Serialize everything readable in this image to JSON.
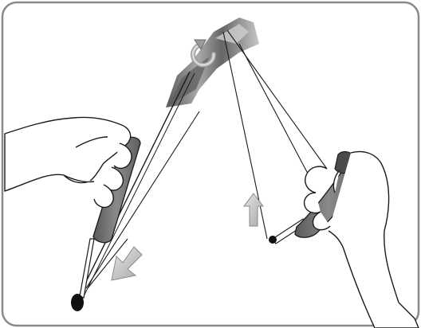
{
  "illustration": {
    "arrows": [
      "rotate-arrow",
      "down-arrow",
      "up-arrow"
    ],
    "colors": {
      "frame": "#8a8a8a",
      "background": "#ffffff",
      "stick_grip": "#6f6f6f",
      "arrow_fill": "#c8c8c8",
      "line": "#1a1a1a"
    }
  }
}
